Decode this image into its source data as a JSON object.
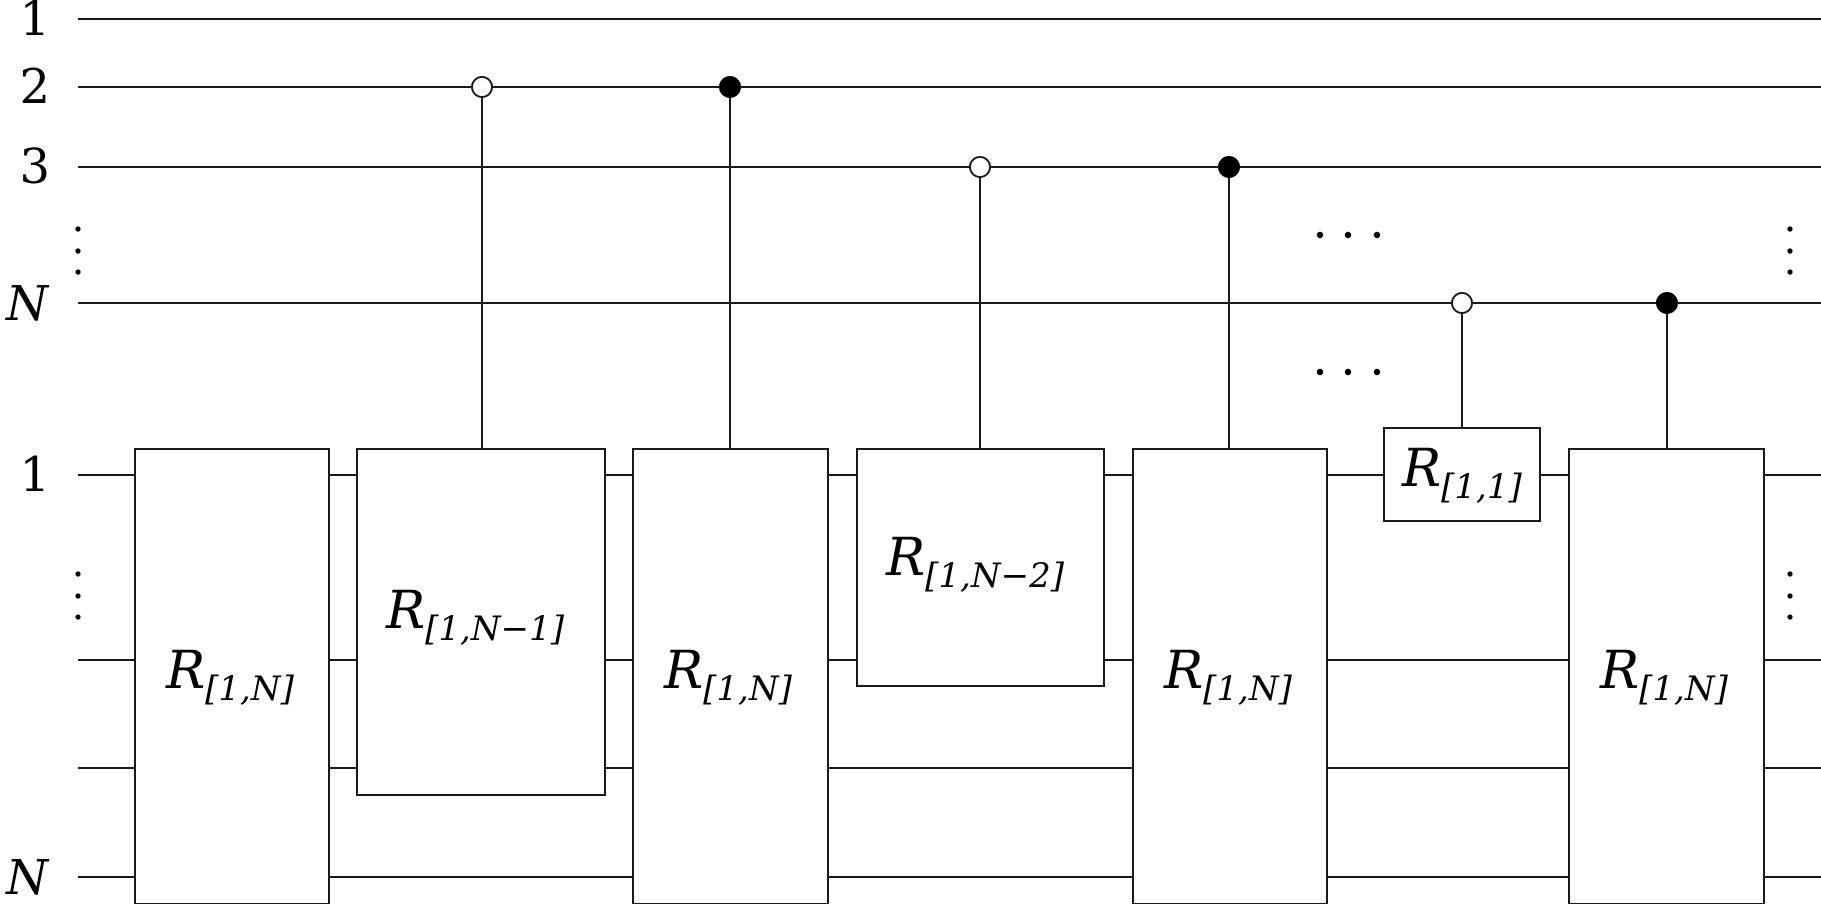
{
  "register_a_labels": [
    "1",
    "2",
    "3",
    "N"
  ],
  "register_b_labels": [
    "1",
    "N"
  ],
  "gates": [
    {
      "name": "R",
      "sub": "[1,N]"
    },
    {
      "name": "R",
      "sub": "[1,N−1]"
    },
    {
      "name": "R",
      "sub": "[1,N]"
    },
    {
      "name": "R",
      "sub": "[1,N−2]"
    },
    {
      "name": "R",
      "sub": "[1,N]"
    },
    {
      "name": "R",
      "sub": "[1,1]"
    },
    {
      "name": "R",
      "sub": "[1,N]"
    }
  ],
  "controls": [
    {
      "gate": 1,
      "qubit": "2",
      "type": "open"
    },
    {
      "gate": 2,
      "qubit": "2",
      "type": "closed"
    },
    {
      "gate": 3,
      "qubit": "3",
      "type": "open"
    },
    {
      "gate": 4,
      "qubit": "3",
      "type": "closed"
    },
    {
      "gate": 5,
      "qubit": "N",
      "type": "open"
    },
    {
      "gate": 6,
      "qubit": "N",
      "type": "closed"
    }
  ]
}
